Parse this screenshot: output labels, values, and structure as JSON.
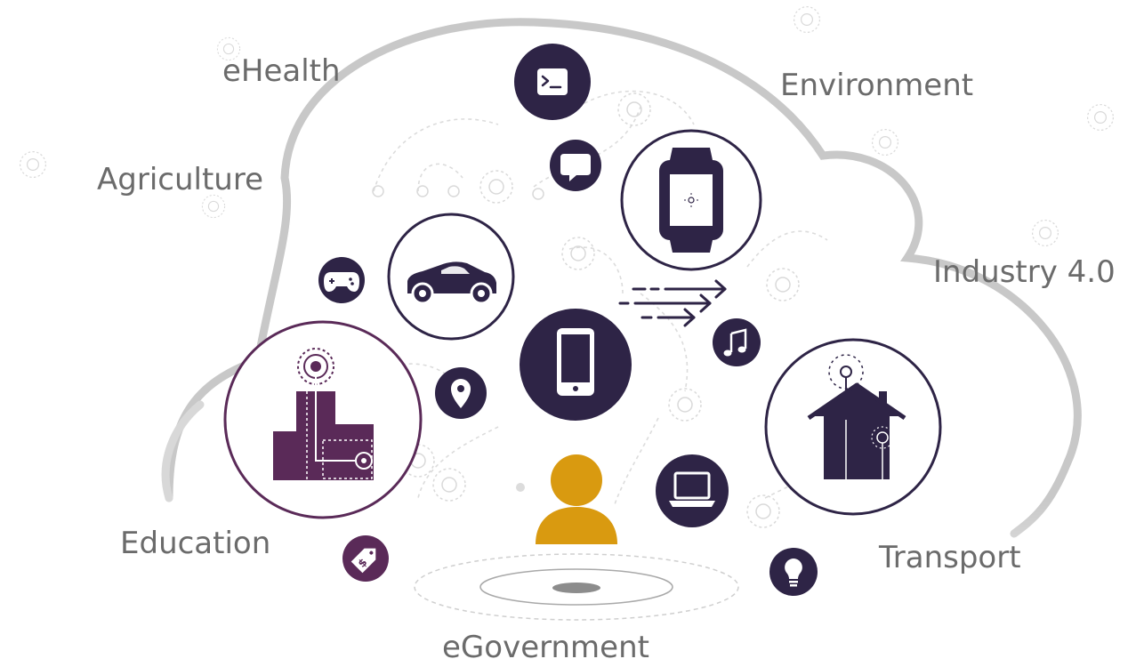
{
  "labels": {
    "ehealth": "eHealth",
    "environment": "Environment",
    "agriculture": "Agriculture",
    "industry": "Industry 4.0",
    "education": "Education",
    "transport": "Transport",
    "egovernment": "eGovernment"
  },
  "colors": {
    "navy": "#2e2446",
    "plum": "#5a2a58",
    "gold": "#d99a10",
    "cloud_outline": "#c8c8c8",
    "label_text": "#6b6b6b"
  },
  "icons": [
    "terminal-icon",
    "chat-bubble-icon",
    "smartwatch-icon",
    "car-icon",
    "gamepad-icon",
    "smartphone-icon",
    "music-note-icon",
    "location-pin-icon",
    "smart-city-icon",
    "smart-home-icon",
    "user-icon",
    "laptop-icon",
    "price-tag-icon",
    "lightbulb-icon",
    "data-flow-arrows-icon"
  ]
}
